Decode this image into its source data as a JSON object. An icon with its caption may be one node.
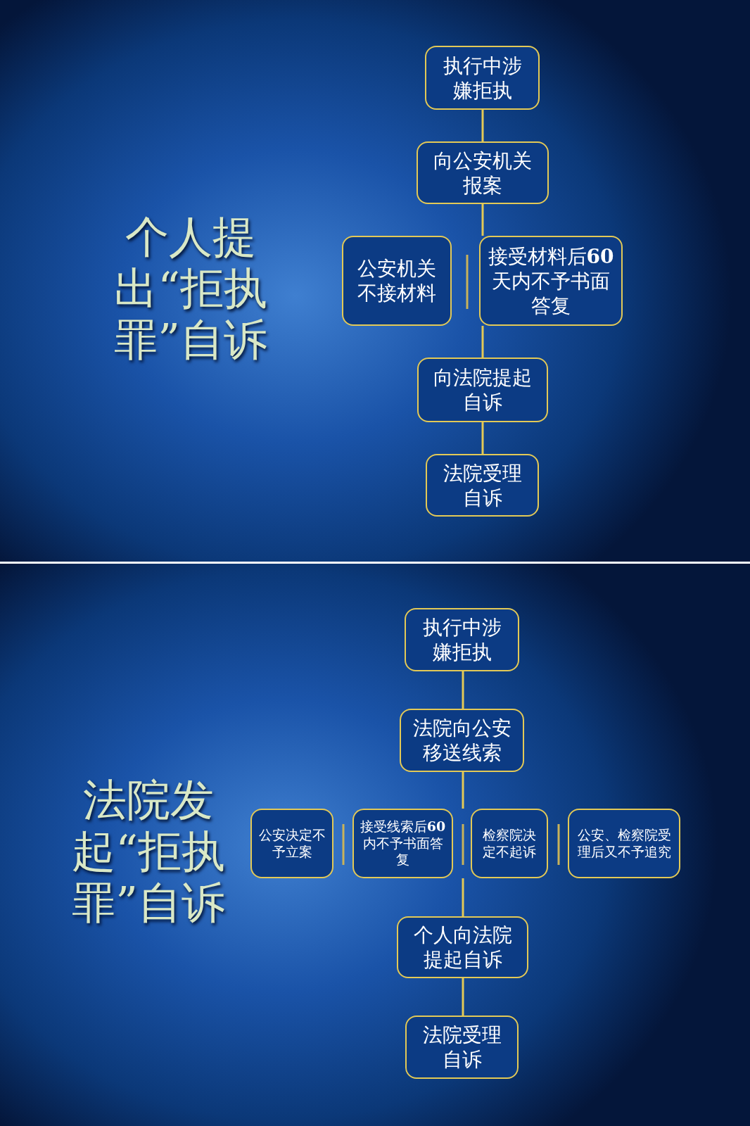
{
  "diagram": {
    "nodes": [
      {
        "text": [
          "执行中涉嫌拒执"
        ]
      },
      {
        "text": [
          "向公安机关报案"
        ]
      },
      {
        "text": [
          "公安机关不接材料"
        ]
      },
      {
        "text": [
          "接受材料后**60**天内不予书面答复"
        ]
      },
      {
        "text": [
          "向法院提起自诉"
        ]
      },
      {
        "text": [
          "法院受理自诉"
        ]
      },
      {
        "text": [
          "执行中涉嫌拒执"
        ]
      },
      {
        "text": [
          "法院向公安移送线索"
        ]
      },
      {
        "text": [
          "公安决定不予立案"
        ]
      },
      {
        "text": [
          "接受线索后**60**内不予书面答复"
        ]
      },
      {
        "text": [
          "检察院决定不起诉"
        ]
      },
      {
        "text": [
          "公安、检察院受理后又不予追究"
        ]
      },
      {
        "text": [
          "个人向法院提起自诉"
        ]
      },
      {
        "text": [
          "法院受理自诉"
        ]
      }
    ],
    "edges": [
      {
        "from": 0,
        "to": 1,
        "arrow": "none"
      },
      {
        "from": 1,
        "to": 3,
        "arrow": "none"
      },
      {
        "from": 3,
        "to": 4,
        "arrow": "none"
      },
      {
        "from": 4,
        "to": 5,
        "arrow": "none"
      },
      {
        "from": 6,
        "to": 7,
        "arrow": "none"
      },
      {
        "from": 7,
        "to": 10,
        "arrow": "none"
      },
      {
        "from": 10,
        "to": 12,
        "arrow": "none"
      },
      {
        "from": 12,
        "to": 13,
        "arrow": "none"
      }
    ],
    "labels": [
      "个人提出“拒执罪”自诉",
      "法院发起“拒执罪”自诉"
    ]
  }
}
